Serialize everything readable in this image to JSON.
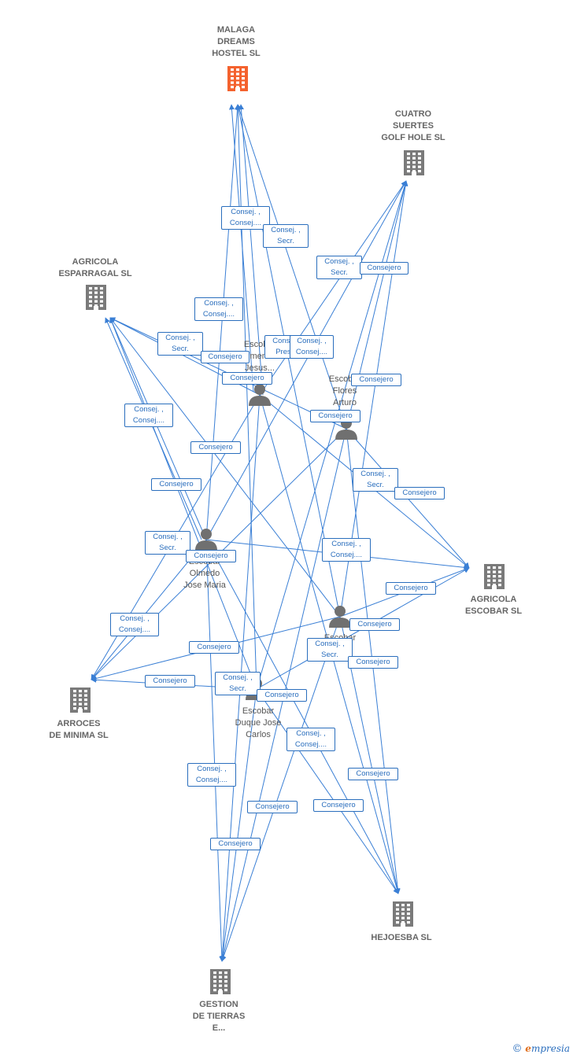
{
  "colors": {
    "edge": "#3a7fd5",
    "company": "#7a7a7a",
    "company_highlight": "#f4622e",
    "person": "#707070"
  },
  "companies": {
    "malaga": {
      "label": "MALAGA\nDREAMS\nHOSTEL  SL",
      "icon": "building-icon-highlight"
    },
    "cuatro": {
      "label": "CUATRO\nSUERTES\nGOLF HOLE SL",
      "icon": "building-icon"
    },
    "esparragal": {
      "label": "AGRICOLA\nESPARRAGAL SL",
      "icon": "building-icon"
    },
    "escobar_sl": {
      "label": "AGRICOLA\nESCOBAR SL",
      "icon": "building-icon"
    },
    "arroces": {
      "label": "ARROCES\nDE MINIMA SL",
      "icon": "building-icon"
    },
    "hejoesba": {
      "label": "HEJOESBA SL",
      "icon": "building-icon"
    },
    "gestion": {
      "label": "GESTION\nDE TIERRAS\nE...",
      "icon": "building-icon"
    }
  },
  "persons": {
    "jesus": {
      "label": "Escobar\nJimenez\nJesus...",
      "icon": "person-icon"
    },
    "arturo": {
      "label": "Escobar\nFlores\nArturo",
      "icon": "person-icon"
    },
    "jose_maria": {
      "label": "Escobar\nOlmedo\nJose Maria",
      "icon": "person-icon"
    },
    "p4": {
      "label": "Escobar\n...",
      "icon": "person-icon"
    },
    "jose_carlos": {
      "label": "Escobar\nDuque Jose\nCarlos",
      "icon": "person-icon"
    }
  },
  "edge_labels": [
    "Consej. ,\nConsej....",
    "Consej. ,\nSecr.",
    "Consej. ,\nSecr.",
    "Consejero",
    "Consej. ,\nConsej....",
    "Consej. ,\nSecr.",
    "Consejero",
    "Consej. ,\nPresid.",
    "Consej. ,\nConsej....",
    "Consejero",
    "Consejero",
    "Consej. ,\nConsej....",
    "Consejero",
    "Consejero",
    "Consej. ,\nSecr.",
    "Consejero",
    "Consej. ,\nSecr.",
    "Consejero",
    "Consej. ,\nConsej....",
    "Consejero",
    "Consejero",
    "Consej. ,\nConsej....",
    "Consejero",
    "Consej. ,\nSecr.",
    "Consejero",
    "Consejero",
    "Consej. ,\nSecr.",
    "Consejero",
    "Consej. ,\nConsej....",
    "Consej. ,\nConsej....",
    "Consejero",
    "Consejero",
    "Consejero",
    "Consejero"
  ],
  "watermark": {
    "copyright": "©",
    "brand_initial": "e",
    "brand_rest": "mpresia"
  }
}
